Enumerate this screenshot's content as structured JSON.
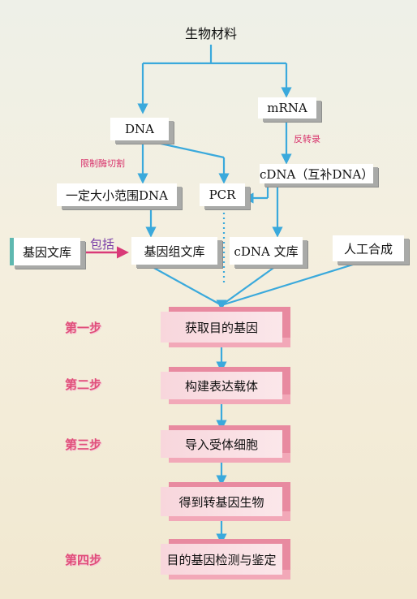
{
  "nodes": {
    "material": "生物材料",
    "mrna": "mRNA",
    "dna": "DNA",
    "cdna": "cDNA（互补DNA）",
    "fixed_dna": "一定大小范围DNA",
    "pcr": "PCR",
    "genome_lib": "基因文库",
    "genomic_lib": "基因组文库",
    "cdna_lib": "cDNA 文库",
    "synthesis": "人工合成"
  },
  "labels": {
    "restriction": "限制酶切割",
    "reverse": "反转录",
    "includes": "包括"
  },
  "steps": [
    {
      "step": "第一步",
      "text": "获取目的基因"
    },
    {
      "step": "第二步",
      "text": "构建表达载体"
    },
    {
      "step": "第三步",
      "text": "导入受体细胞"
    },
    {
      "step": "",
      "text": "得到转基因生物"
    },
    {
      "step": "第四步",
      "text": "目的基因检测与鉴定"
    }
  ],
  "colors": {
    "arrow": "#3aa9dc",
    "pink_arrow": "#d93a78",
    "step": "#e04f7a"
  }
}
